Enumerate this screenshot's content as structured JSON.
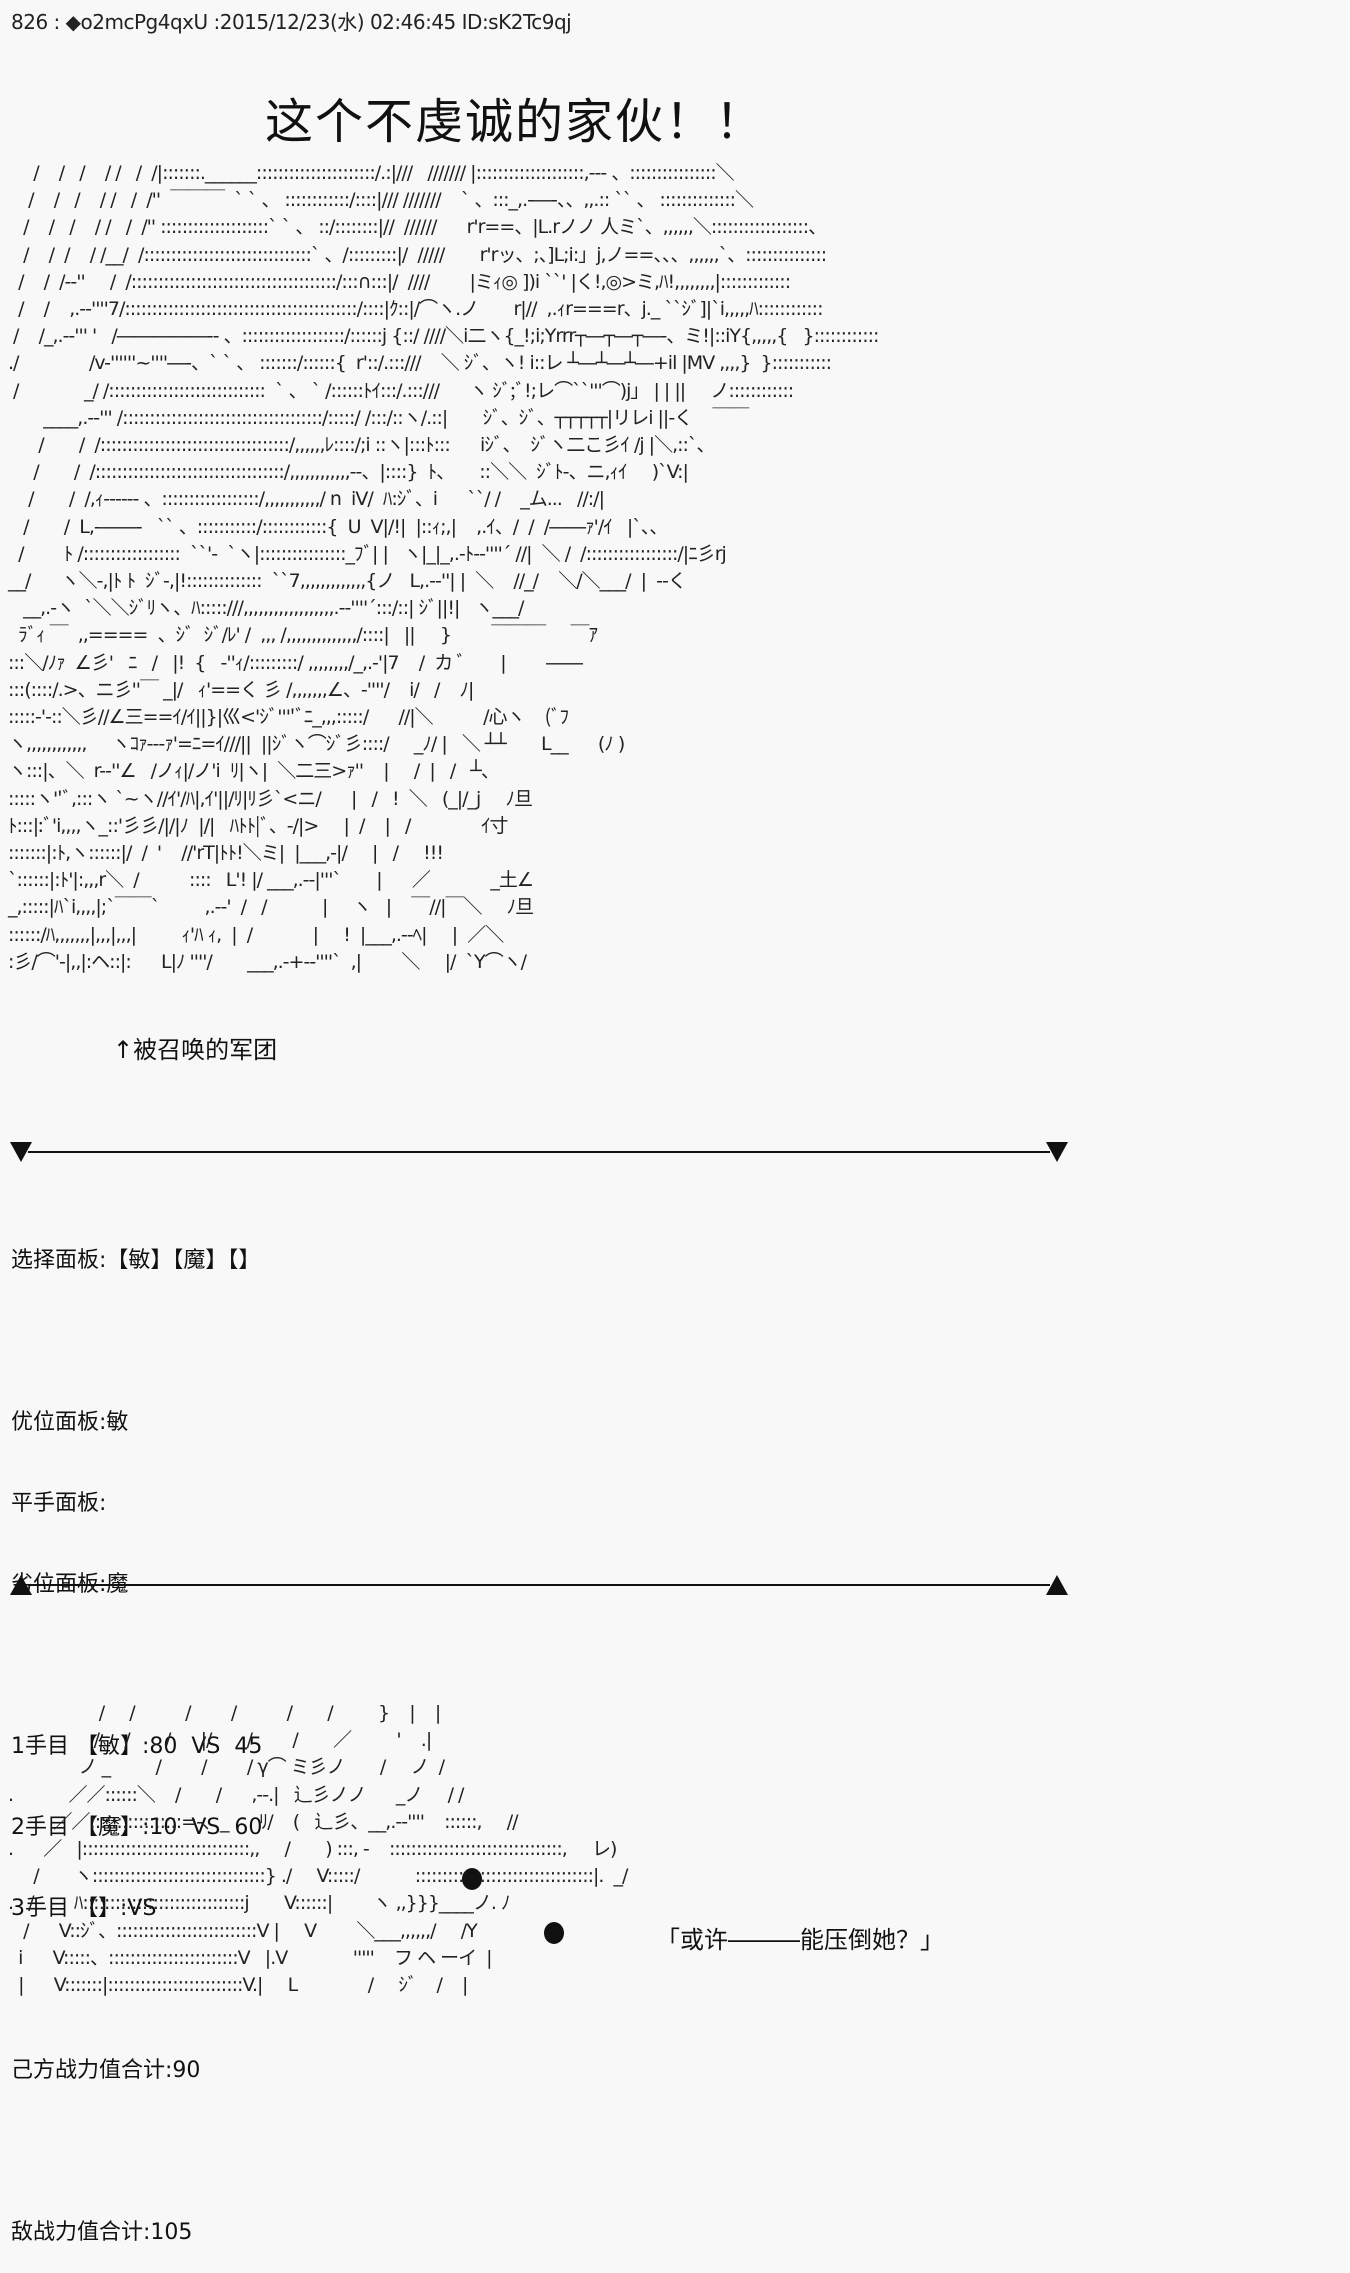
{
  "post_header": {
    "number": "826",
    "separator": " : ",
    "trip_icon": "◆",
    "trip": "o2mcPg4qxU",
    "datetime": " :2015/12/23(水) 02:46:45 ",
    "id": "ID:sK2Tc9qj"
  },
  "title": "这个不虔诚的家伙！！",
  "art_top_lines": [
    "     /    /   /    / /   /  /|:::::::.______::::::::::::::::::::::/.:|///   /////// |::::::::::::::::::::,--- 、::::::::::::::::＼",
    "    /    /   /    / /   /  /''  ￣￣￣  ` ` 、 ::::::::::::/::::|/// ///////    ` 、:::_,.-―-、、,,.:: `` 、 ::::::::::::::＼",
    "   /    /   /    / /   /  /'' ::::::::::::::::::::` ` 、 ::/::::::::|//  //////      r'r==、|L.rノノ 人ミ`、,,,,,,＼::::::::::::::::::、",
    "   /    /  /    / /__/  /:::::::::::::::::::::::::::::::` 、/:::::::::|/  /////       r'rッ、;、]L;i:」j,ノ==、、、,,,,,,`、:::::::::::::::",
    "  /    /  /--''     /  /::::::::::::::::::::::::::::::::::::::/:::∩:::|/  ////        |ミｨ◎ ])i ``' |く!,◎>ミ,ﾊ!,,,,,,,,|:::::::::::::",
    "  /    /    ,.--''''7/:::::::::::::::::::::::::::::::::::::::::::/::::|ｸ::|/⌒ヽ.ノ       r|//  ,.ｨr===r、j._ ``ｼﾞ]|`i,,,,,ﾊ::::::::::::",
    " /    /_,.--''' '   /―――――-- 、:::::::::::::::::::/::::::j {::/ ////＼i二ヽ{_!;i;Yrrr┬―┬―┬―-、ミ!|::iY{,,,,,{   }::::::::::::",
    "./              /v-''''''~''''―-、` ` 、 :::::::/::::::{  r'::/.:::///    ＼ ｼﾞ、ヽ! i::レ ┴―┴―┴―+il |MV ,,,,}  }:::::::::::",
    " /             _/ /:::::::::::::::::::::::::::::  ` 、 ` /::::::ﾄｲ:::/.:::///      ヽ ｼﾞ;ﾞ!;レ⌒``'''⌒)j」 | | ||     ノ::::::::::::",
    "       ____,.--''' /:::::::::::::::::::::::::::::::::::::/:::::/ /:::/::ヽ/.::|       ｼﾞ、ｼﾞ、┬┬┬┬┬|リレi ||-く    ￣￣",
    "      /       /  /:::::::::::::::::::::::::::::::::::/,,,,,,ﾚ::::/;i ::ヽ|:::ﾄ:::      iｼﾞ、  ｼﾞヽ二こ彡ｲ /j |＼,::`、",
    "     /       /  /:::::::::::::::::::::::::::::::::::/,,,,,,,,,,,,--、|::::}  ﾄ、     ::＼＼  ｼﾞﾄ-、ニ,ｨｲ     )`V:|",
    "    /       /  /,ｨ------ 、::::::::::::::::::/,,,,,,,,,,,/ n  iV/  ﾊ:ｼﾞ、i      ``/ /    _ム...   //:/|",
    "   /       /  L,-――-   `` 、:::::::::::/::::::::::::{  U  V|/!|  |::ｨ;,|    ,.ｲ、/  /  /――ｧ'/ｲ   |`、、",
    "  /        ﾄ /::::::::::::::::::  ``'-  `ヽ|::::::::::::::::_ﾌﾞ| |   ヽ|_|_,.-ﾄ--''''´ //|  ＼ /  /:::::::::::::::::/|ﾆ彡rj",
    "__/      ヽ＼-,|ﾄ ﾄ  ｼﾞ-,|!::::::::::::::  ``7,,,,,,,,,,,,,{ノ   L,.--''| |  ＼    //_/    ＼/＼___/  |  --く",
    "   __,.-ヽ  `＼＼ｼﾞﾘヽ、ﾊ:::::///,,,,,,,,,,,,,,,,,,.--''''´:::/::| ｼﾞ||!|   ヽ___/",
    "  ﾗﾞｨ ￣  ,,====  、ｼﾞ  ｼﾞ/ﾚ' /  ,,, /,,,,,,,,,,,,,,/::::|   ||     }        ￣￣￣     ￣ｱ",
    ":::＼/ﾉｧ  ∠彡'   ﾆ   /   |!  {   -''ｨ/:::::::::/ ,,,,,,,,/_,.-'|7    /  カ ﾞ       |        ――",
    ":::(::::/.>、ニ彡''￣ _|/   ｨ'==く 彡 /,,,,,,,∠、-''''/    i/   /    ﾉ|",
    ":::::-'-::＼彡//∠三==ｲ/ｲ||}|巛<'ｼﾞ''''ﾞﾆ_,,,:::::/      //|＼          /心ヽ    (ﾞﾌ",
    "ヽ,,,,,,,,,,,,     ヽｺｧ---ｧ'=ﾆ=ｲ///||  ||ｼﾞヽ⌒ｼﾞ彡::::/     _ﾉ/ |   ＼ ┴┴       L__      (ﾉ )",
    "ヽ:::|、＼  r--''∠   /ノｨ|/ノ'i  ﾘ|ヽ|  ＼二三>ｧ''    |     /  |   /   ┴、",
    ":::::ヽ''ﾞ,:::ヽ `~ヽ//ｲ'/ﾊ|,ｲ'||/ﾘ|ﾘ彡`<ニ/      |   /   !  ＼   (_|/_j     ﾉ旦",
    "ﾄ:::|:ﾞ'i,,,,ヽ_::'彡彡/|/|ﾉ  |/|   ﾊﾄﾄ|ﾞ、-/|>     |  /    |   /              ｲ寸",
    ":::::::|:ﾄ,ヽ::::::|/  /  '    //'rT|ﾄﾄ!＼ミ|  |___,-|/     |   /     !!!",
    "`::::::|:ﾄ'|:,,,r＼  /          ::::   L'! |/ ___,.--|'''`       |      ／            _土∠",
    "_,:::::|ﾊ`i,,,,|;`￣￣`         ,.--'  /   /           |     ヽ   |    ￣//|￣＼     ﾉ旦",
    "::::::/ﾊ,,,,,,,|,,,|,,,|         ｨ'ﾊ ｨ,  |  /            |     !  |___,.--ﾍ|     |  ／＼",
    ":彡/⌒'-|,,|:ヘ::|:      L|ﾉ ''''/       ___,.-+--''''`  ,|        ＼     |/  `Y⌒ヽ/"
  ],
  "caption": "↑被召唤的军团",
  "stats": {
    "select_panel": "选择面板:【敏】【魔】【】",
    "advantage_panel": "优位面板:敏",
    "even_panel": "平手面板:",
    "disadvantage_panel": "劣位面板:魔",
    "rounds": [
      {
        "label": "1手目 【敏】:80  VS  45"
      },
      {
        "label": "2手目 【魔】:10  VS  60"
      },
      {
        "label": "3手目 【】:VS"
      }
    ],
    "own_total": "己方战力值合计:90",
    "enemy_total": "敌战力值合计:105"
  },
  "dividers": {
    "top": {
      "direction": "down"
    },
    "bottom": {
      "direction": "up"
    }
  },
  "art_bottom_lines": [
    "                  /     /          /        /          /       /         }    |    |",
    "                 /     /       /      |/       /        /       ／         '    .|",
    "              ノ _         /        /        / γ⌒ ミ彡ノ       /     ノ  /",
    ".           ／／::::::＼    /       /      ,--.|   辶彡ノノ      _ノ     / /",
    "         ／／:::::::::::::::::=-、_      ﾘ/    (   辶彡、__,.--''''    ::::::,     //",
    ".      ／   |:::::::::::::::::::::::::::::::,,     /       ) :::, -    ::::::::::::::::::::::::::::::::,     レ)",
    "     /       ヽ::::::::::::::::::::::::::::::::} ./     V:::::/           :::::::::::::::::::::::::::::::::|.  _/",
    ".   /        ﾊ::::::::::::::::::::::::::::::j       V::::::|        ヽ ,,}}}____ノ. ﾉ",
    "   /      V::ｼﾞ、::::::::::::::::::::::::::V |     V        ＼___,,,,,,/     /Y",
    "  i      V:::::、::::::::::::::::::::::::V   |.V             '''''    フ ヘ ーイ  |",
    "  |      V:::::::|:::::::::::::::::::::::::V.|     L              /     ｼﾞ    /    |"
  ],
  "dialogue": "「或许―――能压倒她？」",
  "colors": {
    "background": "#f8f8f8",
    "text": "#111111"
  }
}
